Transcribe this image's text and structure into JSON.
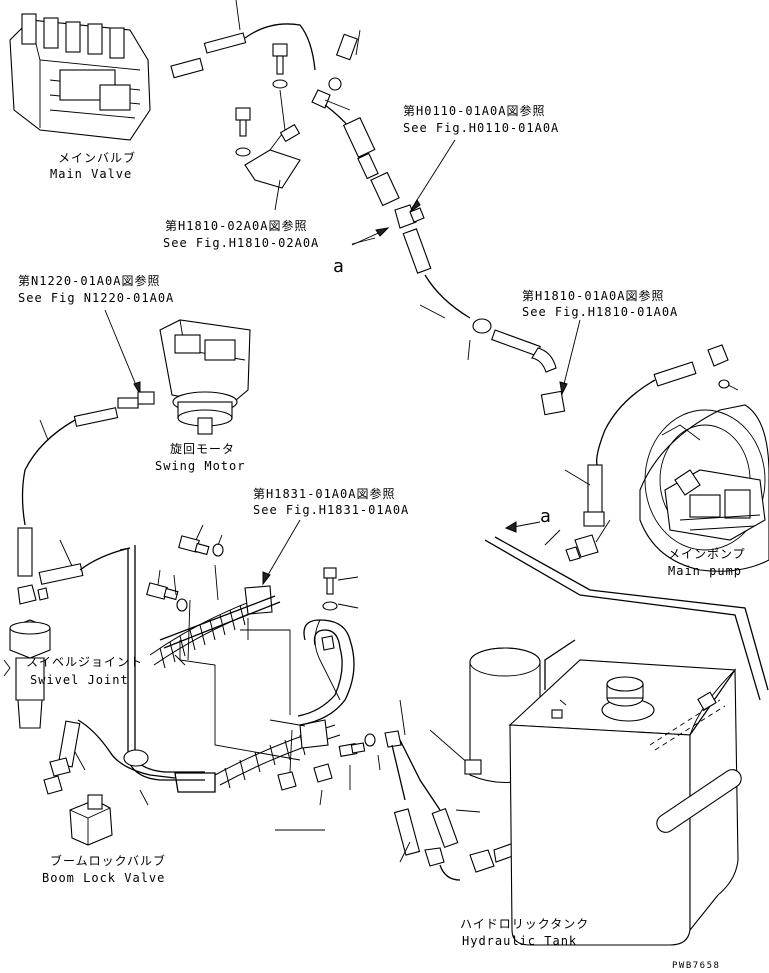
{
  "labels": {
    "main_valve_jp": "メインバルブ",
    "main_valve_en": "Main Valve",
    "ref_h0110_jp": "第H0110-01A0A図参照",
    "ref_h0110_en": "See Fig.H0110-01A0A",
    "ref_h1810_02_jp": "第H1810-02A0A図参照",
    "ref_h1810_02_en": "See Fig.H1810-02A0A",
    "ref_n1220_jp": "第N1220-01A0A図参照",
    "ref_n1220_en": "See Fig N1220-01A0A",
    "ref_h1810_01_jp": "第H1810-01A0A図参照",
    "ref_h1810_01_en": "See Fig.H1810-01A0A",
    "swing_motor_jp": "旋回モータ",
    "swing_motor_en": "Swing Motor",
    "ref_h1831_jp": "第H1831-01A0A図参照",
    "ref_h1831_en": "See Fig.H1831-01A0A",
    "main_pump_jp": "メインポンプ",
    "main_pump_en": "Main pump",
    "swivel_joint_jp": "スイベルジョイント",
    "swivel_joint_en": "Swivel Joint",
    "boom_lock_jp": "ブームロックバルブ",
    "boom_lock_en": "Boom Lock Valve",
    "hyd_tank_jp": "ハイドロリックタンク",
    "hyd_tank_en": "Hydraulic Tank",
    "marker_a1": "a",
    "marker_a2": "a",
    "drawing_code": "PWB7658"
  }
}
